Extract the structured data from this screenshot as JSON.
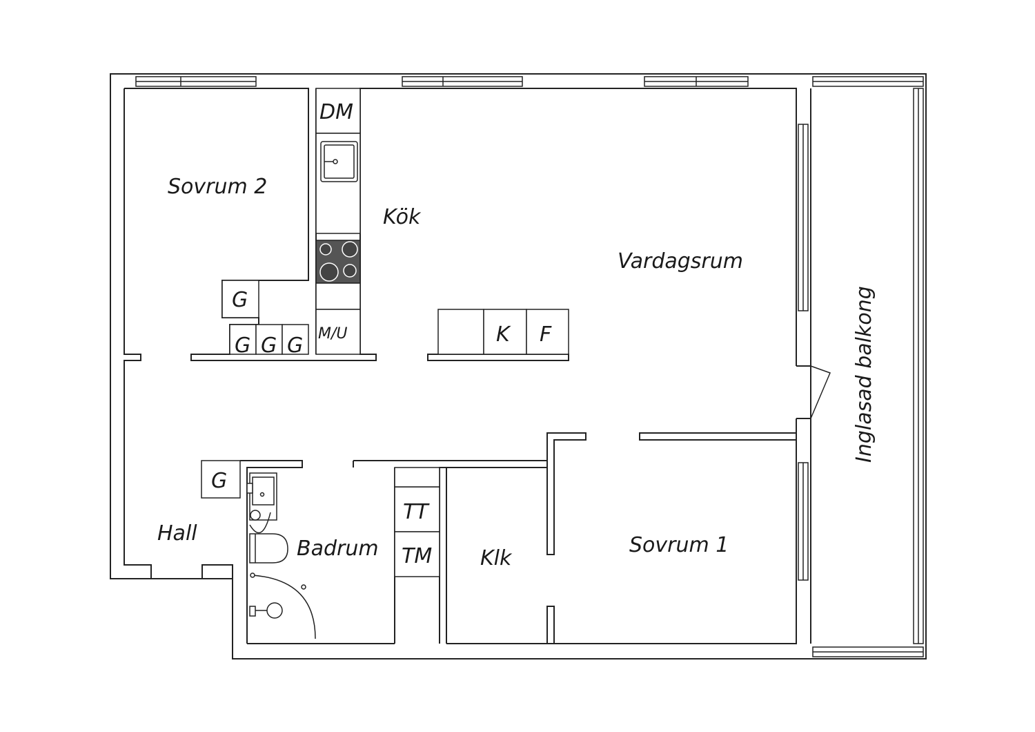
{
  "rooms": {
    "sovrum2": "Sovrum 2",
    "kok": "Kök",
    "vardagsrum": "Vardagsrum",
    "balkong": "Inglasad balkong",
    "hall": "Hall",
    "badrum": "Badrum",
    "klk": "Klk",
    "sovrum1": "Sovrum 1"
  },
  "fixtures": {
    "dm": "DM",
    "mu": "M/U",
    "g": "G",
    "k": "K",
    "f": "F",
    "tt": "TT",
    "tm": "TM"
  },
  "colors": {
    "line": "#222222",
    "stove": "#555555",
    "background": "#ffffff"
  }
}
